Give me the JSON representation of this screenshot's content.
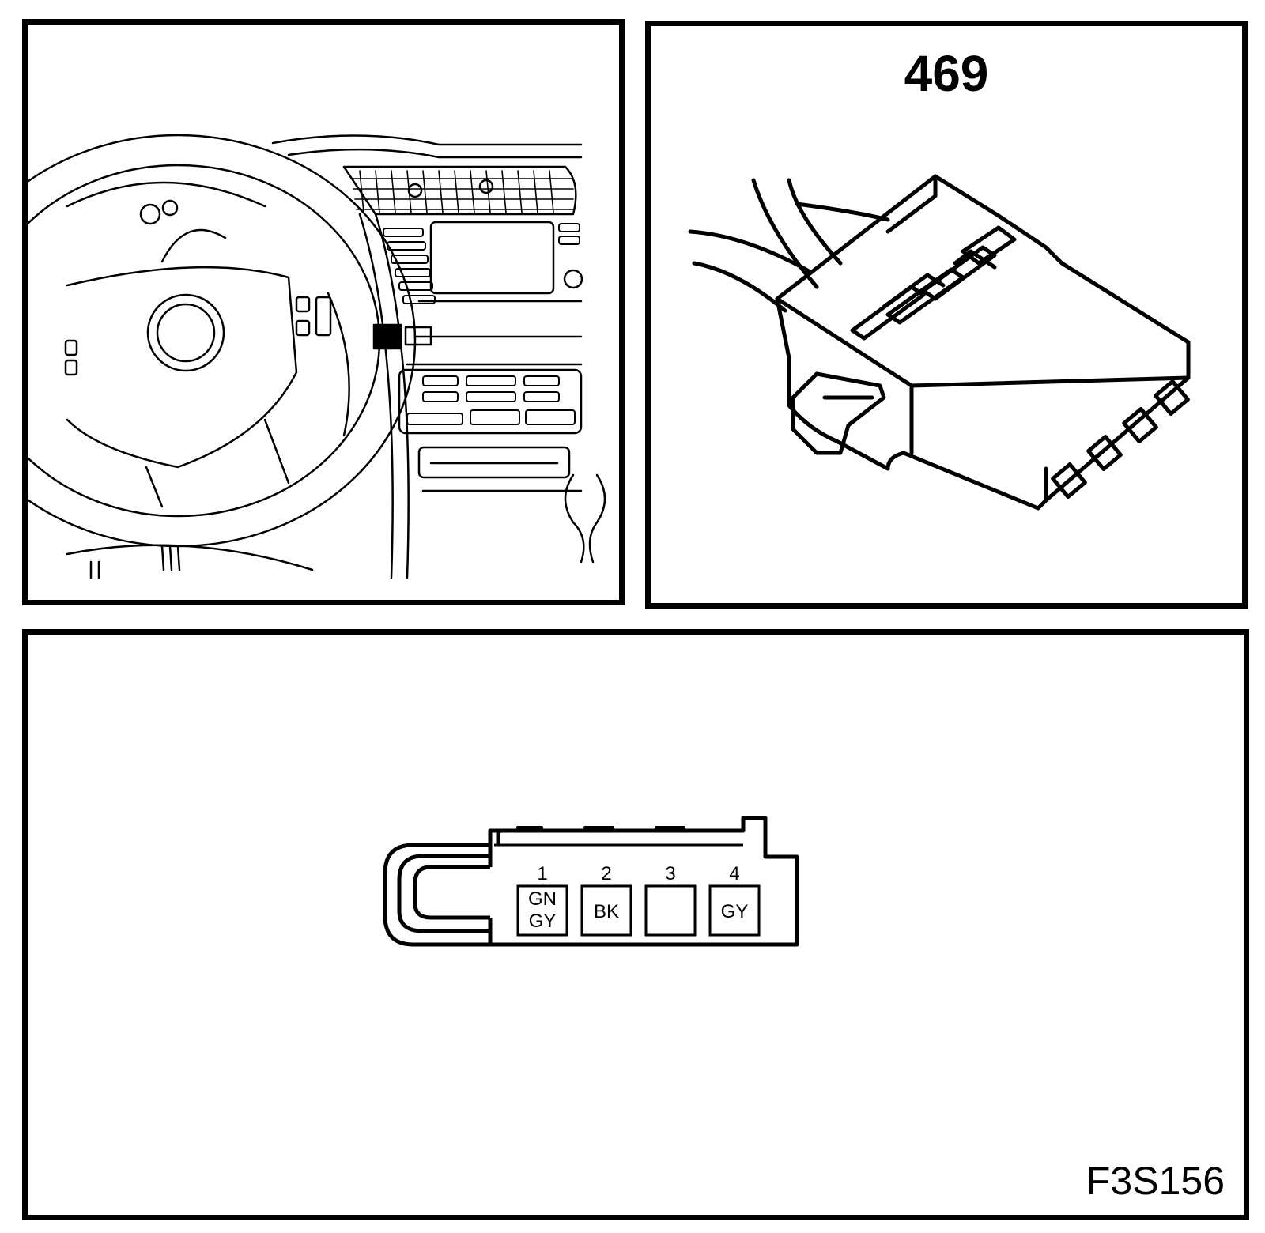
{
  "connector": {
    "number": "469"
  },
  "figure": {
    "code": "F3S156"
  },
  "pinout": {
    "pins": [
      {
        "number": "1",
        "wire_line1": "GN",
        "wire_line2": "GY"
      },
      {
        "number": "2",
        "wire_line1": "BK",
        "wire_line2": ""
      },
      {
        "number": "3",
        "wire_line1": "",
        "wire_line2": ""
      },
      {
        "number": "4",
        "wire_line1": "GY",
        "wire_line2": ""
      }
    ]
  },
  "colors": {
    "line": "#000000",
    "background": "#ffffff"
  }
}
